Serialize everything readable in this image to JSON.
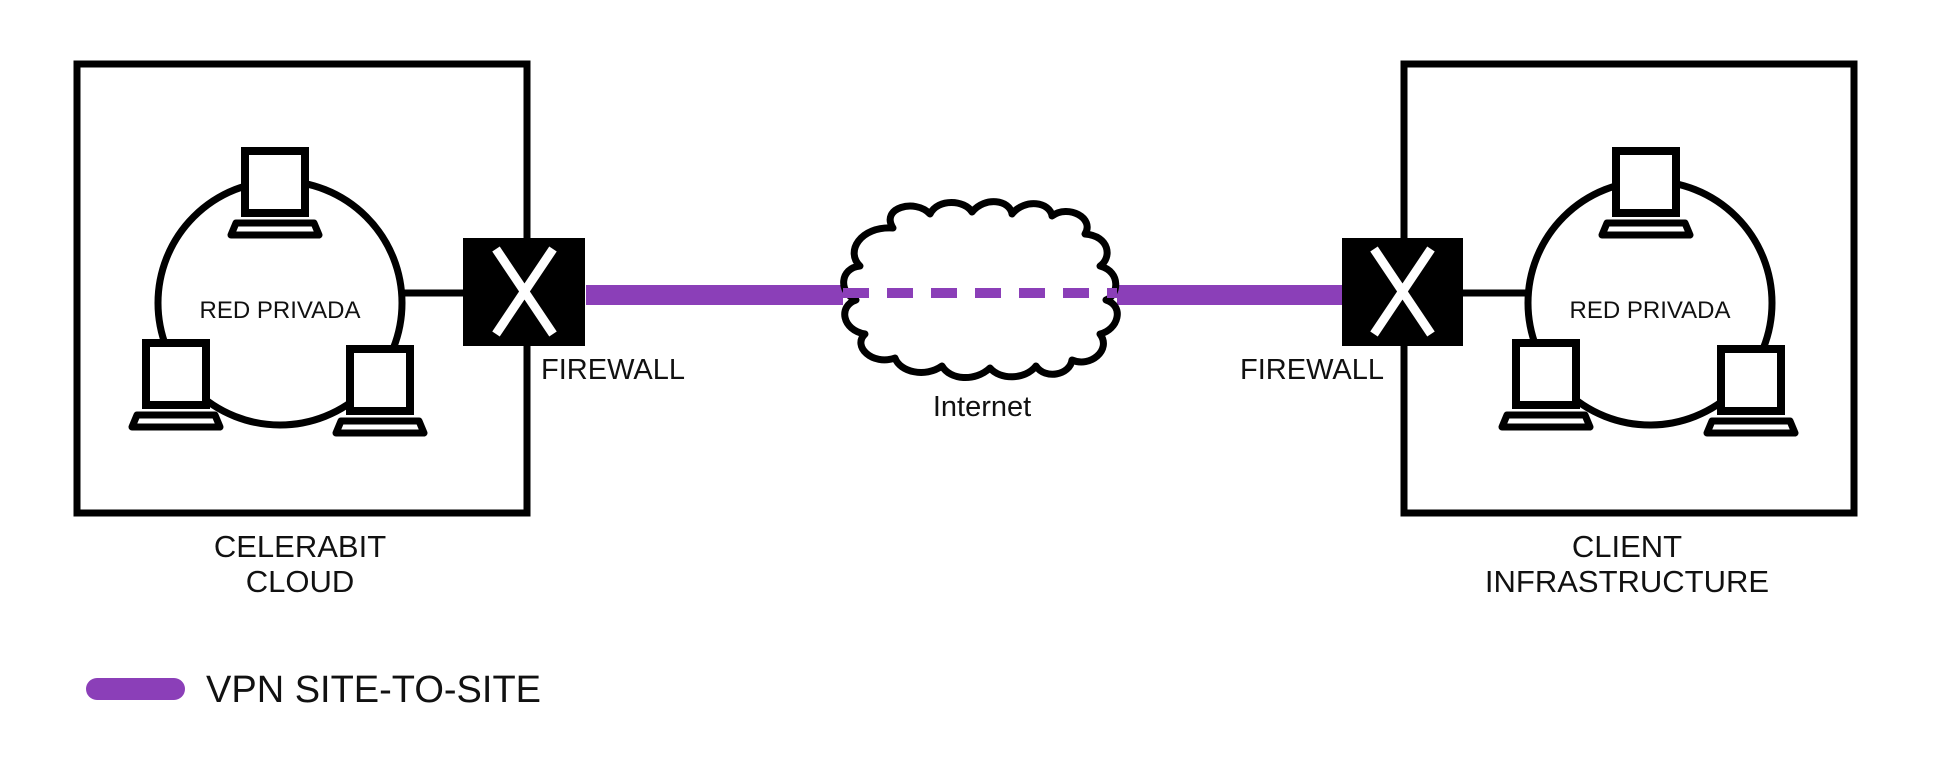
{
  "colors": {
    "vpn": "#8b3fb8",
    "stroke": "#000000",
    "firewall_fill": "#000000",
    "firewall_icon": "#ffffff",
    "background": "#ffffff"
  },
  "icons": {
    "firewall": "firewall-x-icon",
    "computer": "laptop-icon",
    "internet": "cloud-icon"
  },
  "sites": {
    "left": {
      "network_label": "RED PRIVADA",
      "name_line1": "CELERABIT",
      "name_line2": "CLOUD",
      "firewall_label": "FIREWALL"
    },
    "right": {
      "network_label": "RED PRIVADA",
      "name_line1": "CLIENT",
      "name_line2": "INFRASTRUCTURE",
      "firewall_label": "FIREWALL"
    }
  },
  "internet": {
    "label": "Internet"
  },
  "legend": {
    "vpn_label": "VPN SITE-TO-SITE"
  }
}
